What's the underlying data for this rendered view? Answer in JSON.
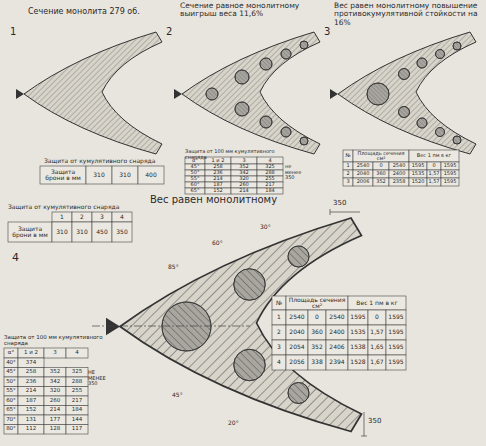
{
  "diagram": {
    "labels": [
      "1",
      "Сечение монолита 279 об.",
      "2",
      "Сечение равное монолитному выигрыш веса 11,6%",
      "3",
      "Вес равен монолитному повышение противокумулятивной стойкости на 16%",
      "Защита от кумулятивного снаряда",
      "Защита брони в мм",
      "310",
      "310",
      "400",
      "Защита от 100 мм кумулятивного снаряда",
      "α°",
      "1 и 2",
      "3",
      "4",
      "45°",
      "258",
      "352",
      "325",
      "50°",
      "236",
      "342",
      "288",
      "55°",
      "214",
      "320",
      "255",
      "60°",
      "187",
      "260",
      "217",
      "65°",
      "152",
      "214",
      "184",
      "не менее 350",
      "№",
      "Площадь сечения см²",
      "Вес 1 пм в кг",
      "1",
      "2540",
      "0",
      "2540",
      "1595",
      "0",
      "1595",
      "2",
      "2040",
      "360",
      "2400",
      "1535",
      "1,57",
      "1595",
      "3",
      "2006",
      "352",
      "2358",
      "1520",
      "1,57",
      "1595",
      "Вес равен монолитному",
      "4",
      "Защита от кумулятивного снаряда",
      "1",
      "2",
      "3",
      "4",
      "Защита брони в мм",
      "310",
      "310",
      "450",
      "350",
      "350",
      "350",
      "85°",
      "60°",
      "30°",
      "45°",
      "20°",
      "№",
      "Площадь сечения см²",
      "Вес 1 пм в кг",
      "1",
      "2540",
      "0",
      "2540",
      "1595",
      "0",
      "1595",
      "2",
      "2040",
      "360",
      "2400",
      "1535",
      "1,57",
      "1595",
      "3",
      "2054",
      "352",
      "2406",
      "1538",
      "1,65",
      "1595",
      "4",
      "2056",
      "338",
      "2394",
      "1528",
      "1,67",
      "1595",
      "Защита от 100 мм кумулятивного снаряда",
      "α°",
      "1 и 2",
      "3",
      "4",
      "40°",
      "374",
      "45°",
      "258",
      "352",
      "325",
      "50°",
      "236",
      "342",
      "288",
      "55°",
      "214",
      "320",
      "255",
      "60°",
      "187",
      "260",
      "217",
      "65°",
      "152",
      "214",
      "184",
      "70°",
      "131",
      "177",
      "144",
      "80°",
      "112",
      "128",
      "117",
      "НЕ МЕНЕЕ 350"
    ]
  }
}
